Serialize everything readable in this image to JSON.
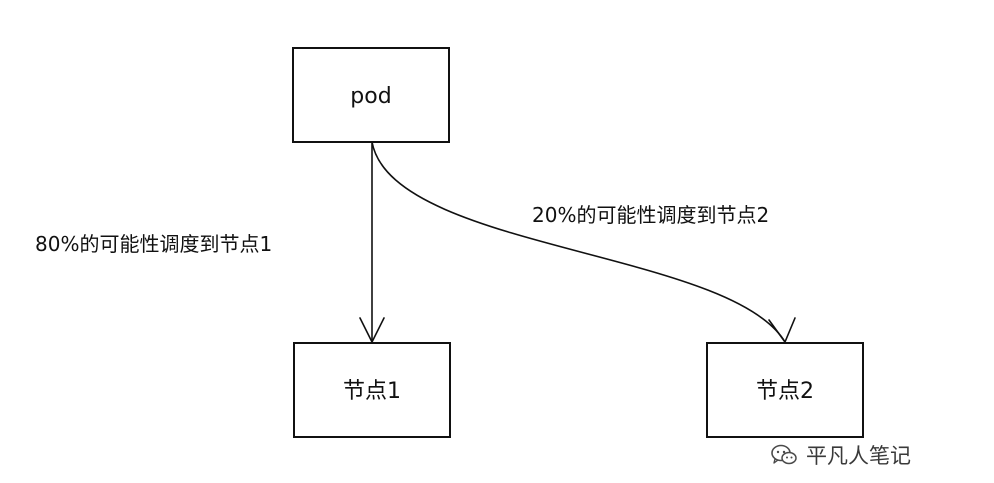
{
  "nodes": {
    "pod": "pod",
    "node1": "节点1",
    "node2": "节点2"
  },
  "edges": {
    "to_node1": "80%的可能性调度到节点1",
    "to_node2": "20%的可能性调度到节点2"
  },
  "watermark": {
    "text": "平凡人笔记",
    "icon": "wechat-icon"
  }
}
